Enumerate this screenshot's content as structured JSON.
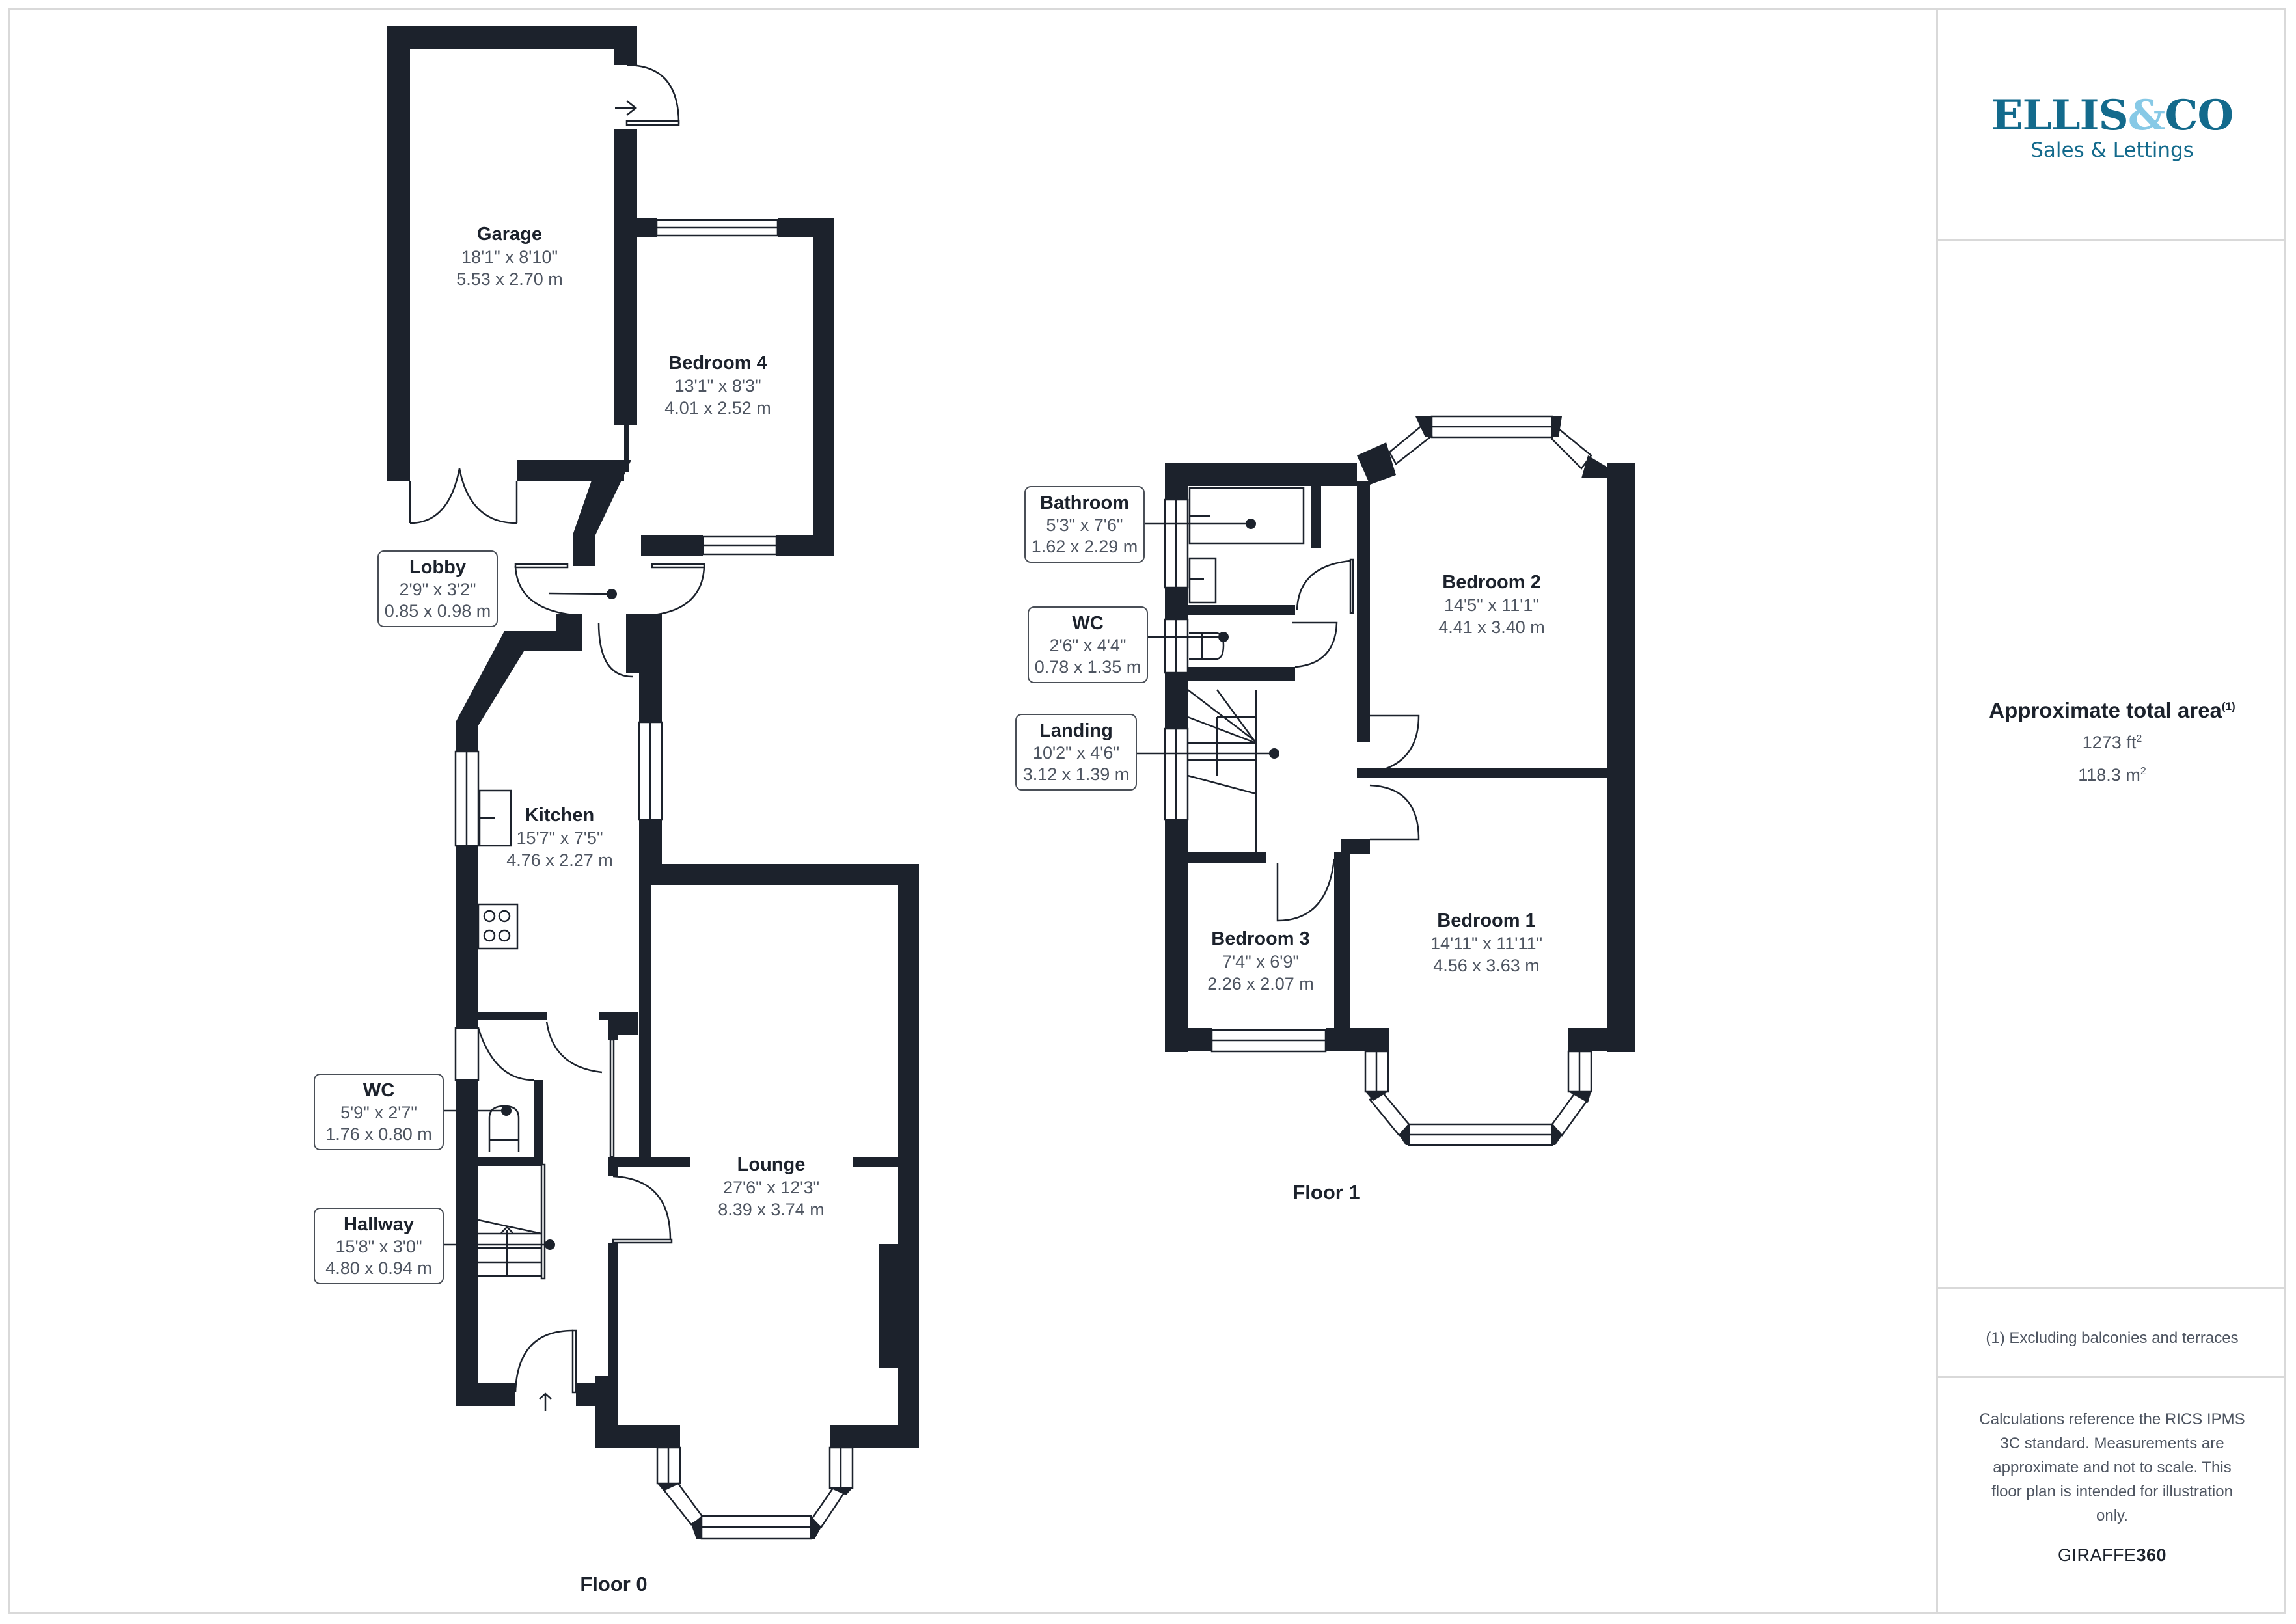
{
  "brand": {
    "name_part1": "ELLIS",
    "ampersand": "&",
    "name_part2": "CO",
    "subtitle": "Sales & Lettings",
    "colors": {
      "primary": "#136a8c",
      "accent": "#87c9e6",
      "wall": "#1c222c",
      "text_secondary": "#4e5561",
      "divider": "#d9d9d9"
    }
  },
  "area": {
    "title": "Approximate total area",
    "footnote_marker": "(1)",
    "imperial_value": "1273 ft",
    "imperial_unit_sup": "2",
    "metric_value": "118.3 m",
    "metric_unit_sup": "2"
  },
  "footnote": "(1) Excluding balconies and terraces",
  "disclaimer": "Calculations reference the RICS IPMS 3C standard. Measurements are approximate and not to scale. This floor plan is intended for illustration only.",
  "credit": {
    "light": "GIRAFFE",
    "bold": "360"
  },
  "floors": [
    {
      "label": "Floor 0",
      "rooms": [
        {
          "name": "Garage",
          "imperial": "18'1\" x 8'10\"",
          "metric": "5.53 x 2.70 m"
        },
        {
          "name": "Bedroom 4",
          "imperial": "13'1\" x 8'3\"",
          "metric": "4.01 x 2.52 m"
        },
        {
          "name": "Lobby",
          "imperial": "2'9\" x 3'2\"",
          "metric": "0.85 x 0.98 m"
        },
        {
          "name": "Kitchen",
          "imperial": "15'7\" x 7'5\"",
          "metric": "4.76 x 2.27 m"
        },
        {
          "name": "WC",
          "imperial": "5'9\" x 2'7\"",
          "metric": "1.76 x 0.80 m"
        },
        {
          "name": "Hallway",
          "imperial": "15'8\" x 3'0\"",
          "metric": "4.80 x 0.94 m"
        },
        {
          "name": "Lounge",
          "imperial": "27'6\" x 12'3\"",
          "metric": "8.39 x 3.74 m"
        }
      ]
    },
    {
      "label": "Floor 1",
      "rooms": [
        {
          "name": "Bathroom",
          "imperial": "5'3\" x 7'6\"",
          "metric": "1.62 x 2.29 m"
        },
        {
          "name": "WC",
          "imperial": "2'6\" x 4'4\"",
          "metric": "0.78 x 1.35 m"
        },
        {
          "name": "Landing",
          "imperial": "10'2\" x 4'6\"",
          "metric": "3.12 x 1.39 m"
        },
        {
          "name": "Bedroom 2",
          "imperial": "14'5\" x 11'1\"",
          "metric": "4.41 x 3.40 m"
        },
        {
          "name": "Bedroom 3",
          "imperial": "7'4\" x 6'9\"",
          "metric": "2.26 x 2.07 m"
        },
        {
          "name": "Bedroom 1",
          "imperial": "14'11\" x 11'11\"",
          "metric": "4.56 x 3.63 m"
        }
      ]
    }
  ]
}
